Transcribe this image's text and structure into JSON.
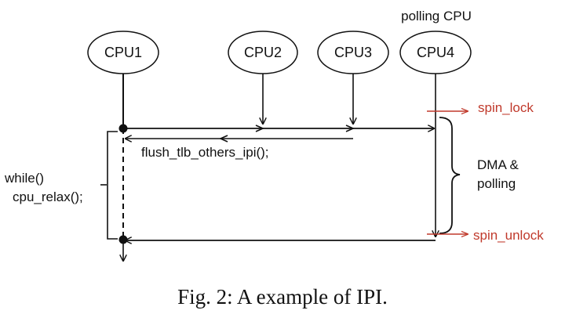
{
  "nodes": [
    {
      "id": "cpu1",
      "label": "CPU1"
    },
    {
      "id": "cpu2",
      "label": "CPU2"
    },
    {
      "id": "cpu3",
      "label": "CPU3"
    },
    {
      "id": "cpu4",
      "label": "CPU4"
    }
  ],
  "polling_label": "polling CPU",
  "ipi_call": "flush_tlb_others_ipi();",
  "loop_line1": "while()",
  "loop_line2": "cpu_relax();",
  "dma_line1": "DMA &",
  "dma_line2": "polling",
  "lock_label": "spin_lock",
  "unlock_label": "spin_unlock",
  "caption": "Fig. 2: A example of IPI.",
  "colors": {
    "lock": "#c0392b",
    "line": "#111111"
  }
}
